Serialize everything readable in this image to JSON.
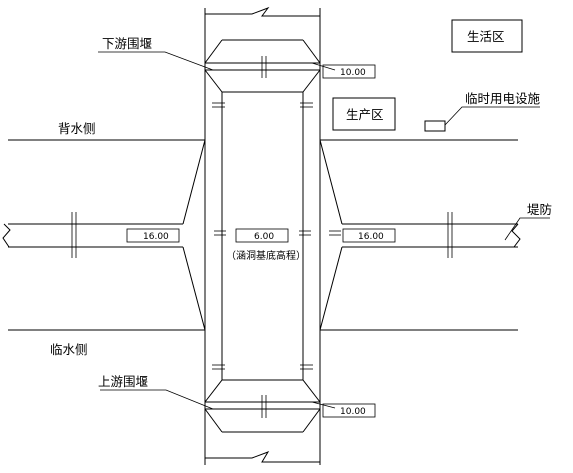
{
  "labels": {
    "downstream_cofferdam": "下游围堰",
    "upstream_cofferdam": "上游围堰",
    "living_area": "生活区",
    "production_area": "生产区",
    "temp_power": "临时用电设施",
    "back_water_side": "背水侧",
    "water_side": "临水侧",
    "embankment": "堤防",
    "culvert_note": "（涵洞基底高程）"
  },
  "elevations": {
    "downstream_cofferdam": "10.00",
    "upstream_cofferdam": "10.00",
    "levee_left": "16.00",
    "levee_right": "16.00",
    "culvert_base": "6.00"
  }
}
